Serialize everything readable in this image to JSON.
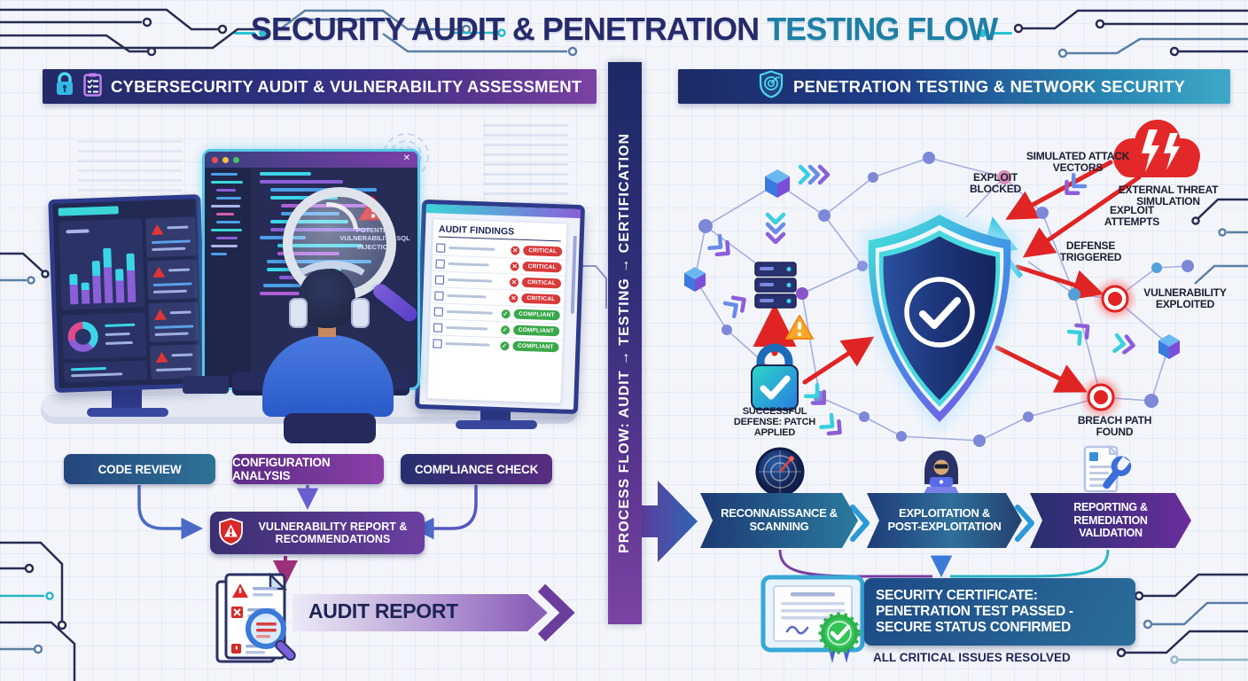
{
  "title": {
    "primary": "SECURITY AUDIT & PENETRATION",
    "accent": " TESTING FLOW"
  },
  "icons": {
    "close": "✕"
  },
  "left_panel": {
    "header": "CYBERSECURITY AUDIT & VULNERABILITY ASSESSMENT",
    "code_alert": "POTENTIAL VULNERABILITY: SQL INJECTION",
    "audit_findings": {
      "title": "AUDIT FINDINGS",
      "rows": [
        {
          "status": "CRITICAL"
        },
        {
          "status": "CRITICAL"
        },
        {
          "status": "CRITICAL"
        },
        {
          "status": "CRITICAL"
        },
        {
          "status": "COMPLIANT"
        },
        {
          "status": "COMPLIANT"
        },
        {
          "status": "COMPLIANT"
        }
      ]
    },
    "steps": [
      {
        "label": "CODE REVIEW"
      },
      {
        "label": "CONFIGURATION ANALYSIS"
      },
      {
        "label": "COMPLIANCE CHECK"
      }
    ],
    "report_box": "VULNERABILITY REPORT & RECOMMENDATIONS",
    "audit_report_label": "AUDIT REPORT"
  },
  "process_band": {
    "label": "PROCESS FLOW: AUDIT → TESTING → CERTIFICATION"
  },
  "right_panel": {
    "header": "PENETRATION TESTING & NETWORK SECURITY",
    "callouts": {
      "simulated_attack_vectors": "SIMULATED ATTACK VECTORS",
      "exploit_blocked": "EXPLOIT BLOCKED",
      "external_threat_simulation": "EXTERNAL THREAT SIMULATION",
      "exploit_attempts": "EXPLOIT ATTEMPTS",
      "defense_triggered": "DEFENSE TRIGGERED",
      "vulnerability_exploited": "VULNERABILITY EXPLOITED",
      "breach_path_found": "BREACH PATH FOUND",
      "successful_defense": "SUCCESSFUL DEFENSE: PATCH APPLIED"
    },
    "phases": [
      {
        "label": "RECONNAISSANCE & SCANNING"
      },
      {
        "label": "EXPLOITATION & POST-EXPLOITATION"
      },
      {
        "label": "REPORTING & REMEDIATION VALIDATION"
      }
    ],
    "certificate": {
      "headline": "SECURITY CERTIFICATE: PENETRATION TEST PASSED - SECURE STATUS CONFIRMED",
      "note": "ALL CRITICAL ISSUES RESOLVED"
    }
  },
  "colors": {
    "navy": "#232a66",
    "purple": "#6d3d9c",
    "teal": "#2a8ab5",
    "red": "#e02424",
    "green": "#2eb24c"
  }
}
